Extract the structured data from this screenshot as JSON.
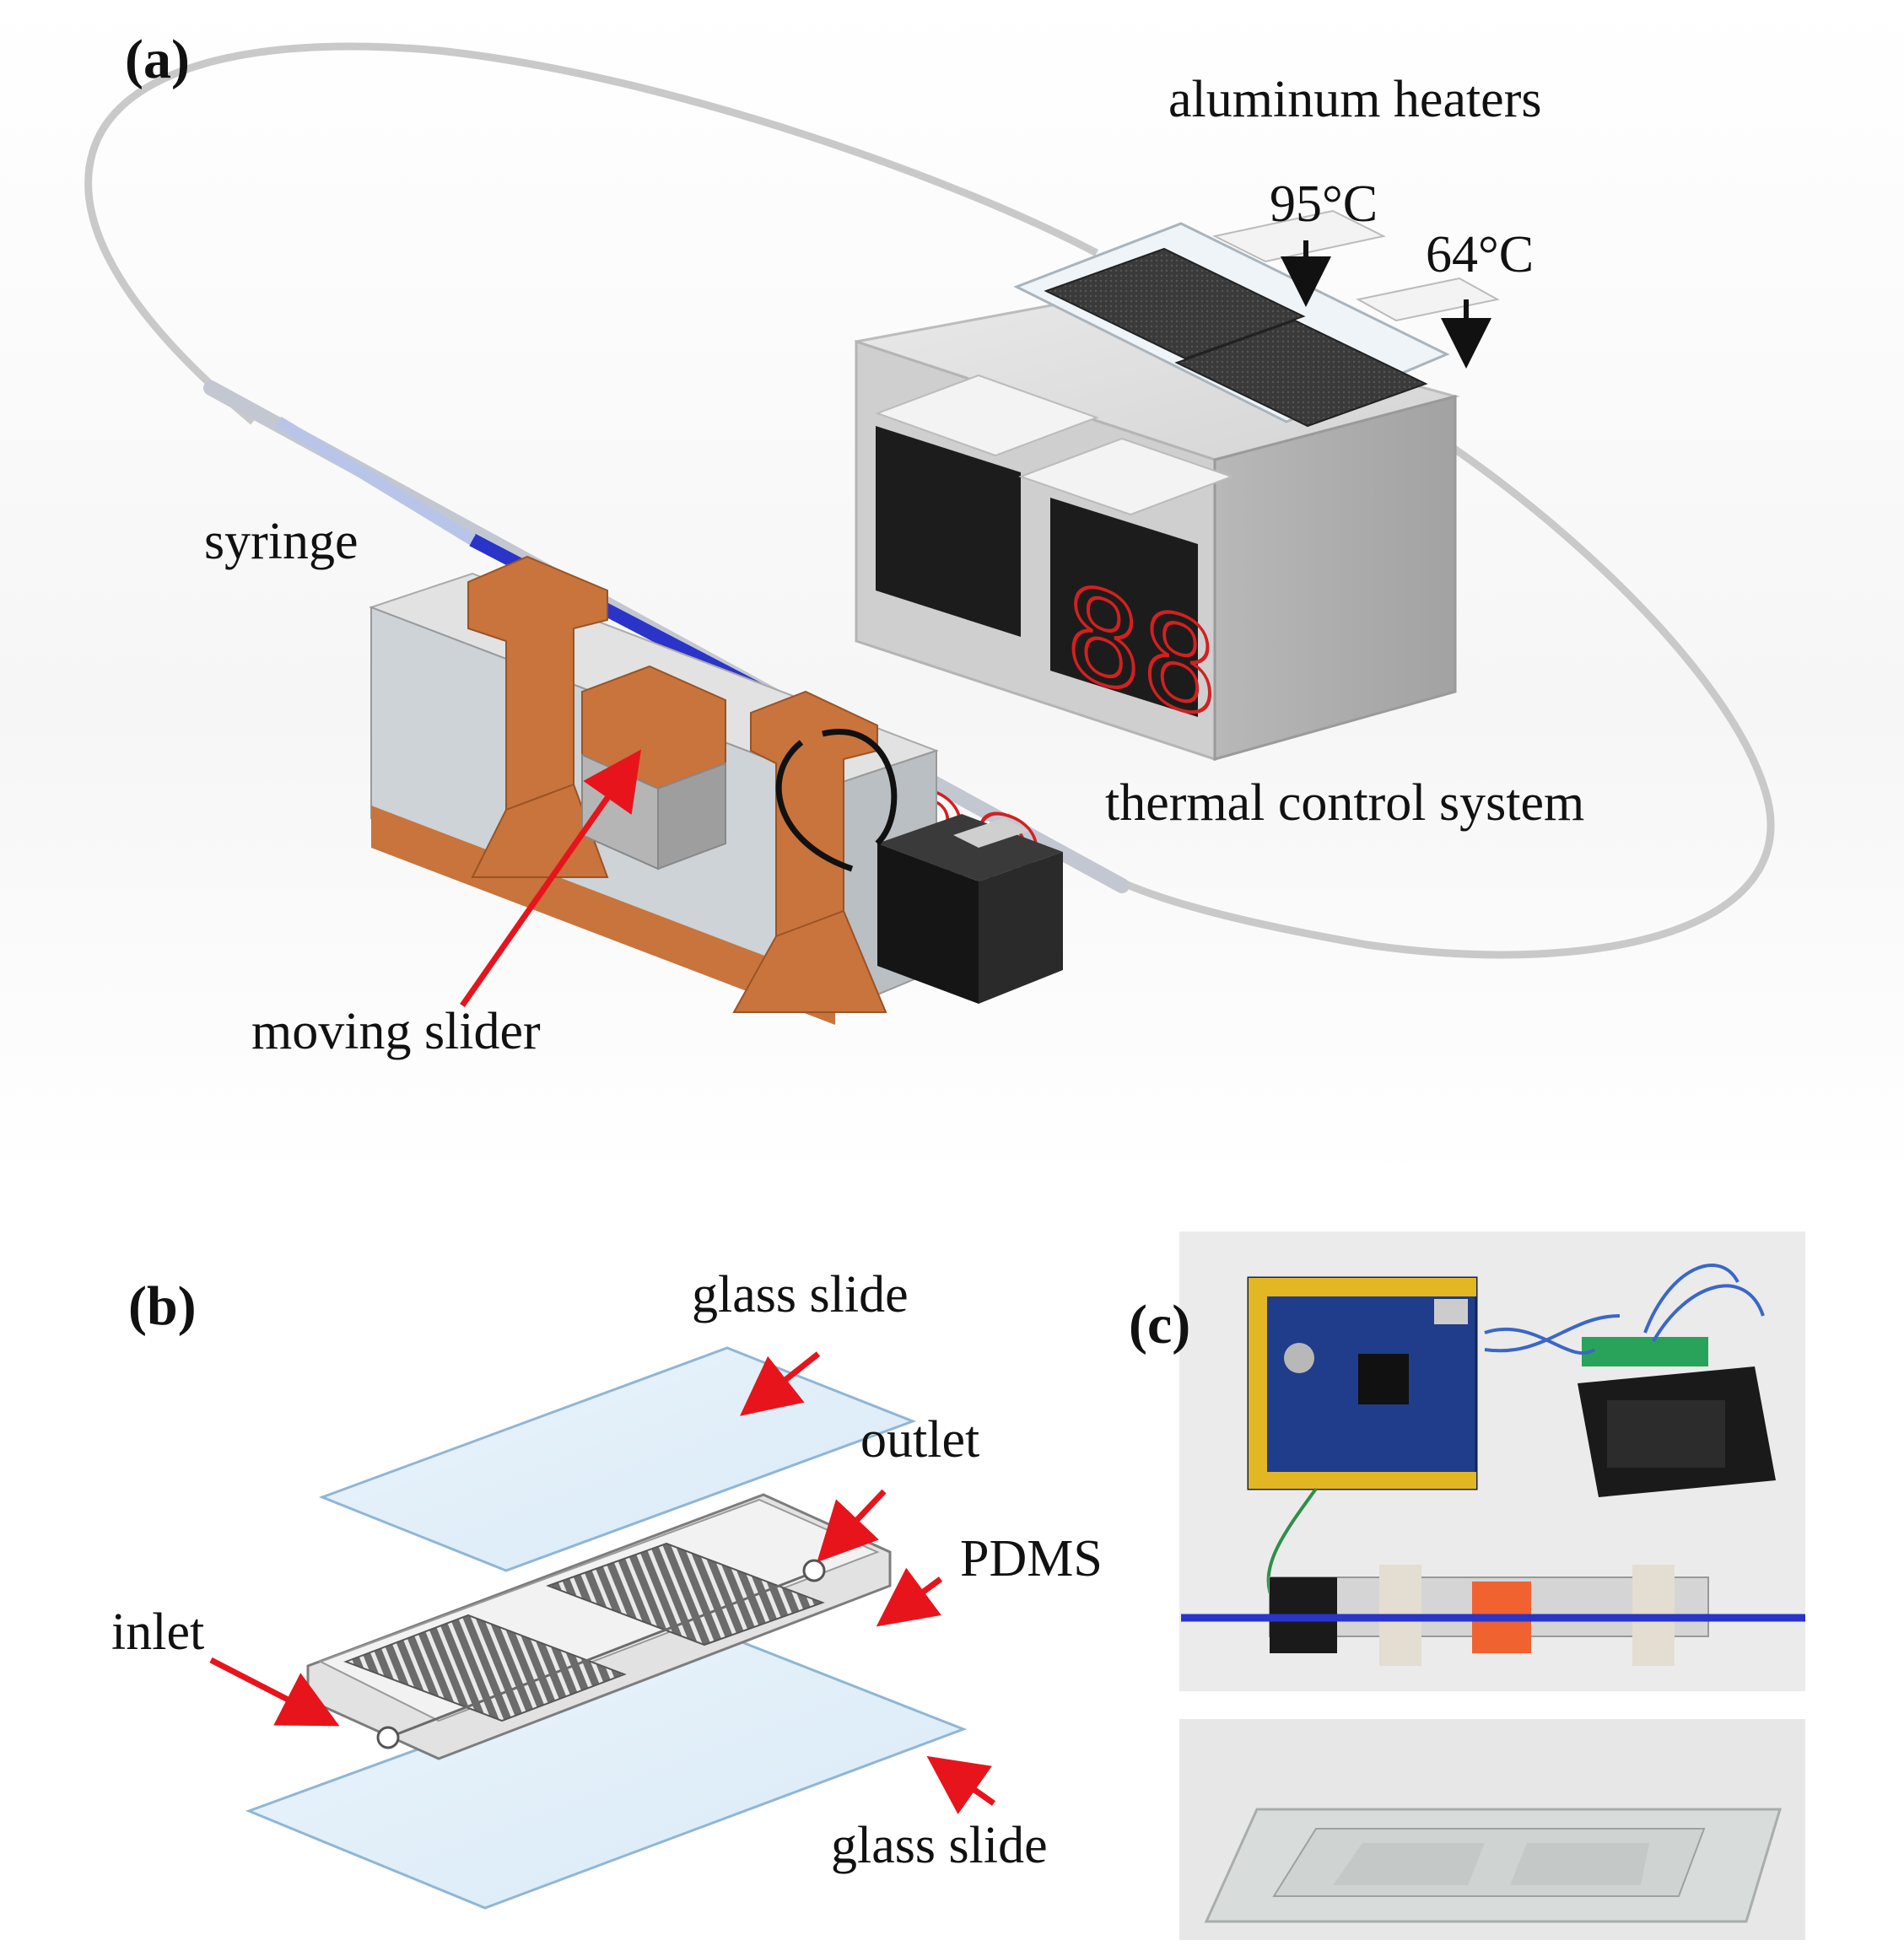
{
  "panels": {
    "a": "(a)",
    "b": "(b)",
    "c": "(c)"
  },
  "panel_a": {
    "aluminum_heaters": "aluminum heaters",
    "temp_high": "95°C",
    "temp_low": "64°C",
    "syringe": "syringe",
    "thermal_control_system": "thermal control system",
    "moving_slider": "moving slider",
    "display_digits": "88"
  },
  "panel_b": {
    "glass_slide_top": "glass slide",
    "outlet": "outlet",
    "pdms": "PDMS",
    "inlet": "inlet",
    "glass_slide_bottom": "glass slide"
  },
  "colors": {
    "arrow_red": "#e8141b",
    "orange_frame": "#c8743c",
    "syringe_blue": "#2a34c8",
    "display_red": "#d42020"
  }
}
